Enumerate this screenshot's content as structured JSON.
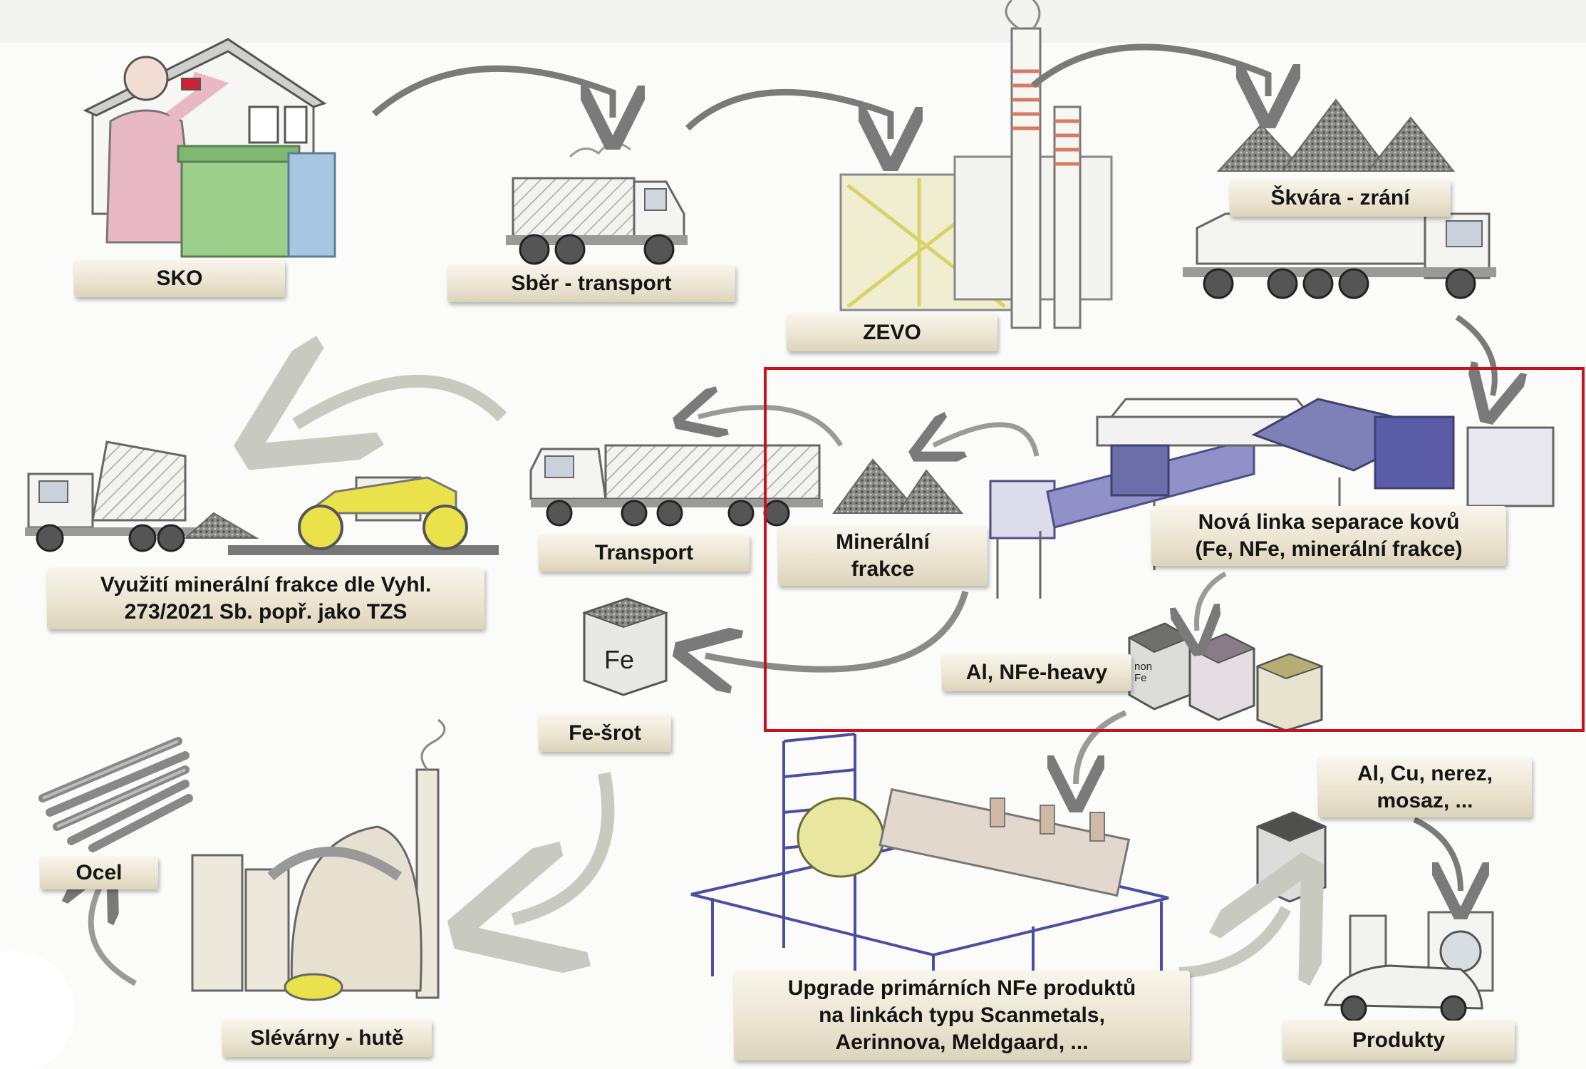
{
  "labels": {
    "sko": "SKO",
    "sber_transport": "Sběr - transport",
    "zevo": "ZEVO",
    "skvara_zrani": "Škvára - zrání",
    "nova_linka_line1": "Nová linka separace kovů",
    "nova_linka_line2": "(Fe, NFe, minerální frakce)",
    "mineralni_line1": "Minerální",
    "mineralni_line2": "frakce",
    "transport": "Transport",
    "vyuziti_line1": "Využití minerální frakce dle Vyhl.",
    "vyuziti_line2": "273/2021 Sb. popř. jako TZS",
    "fe_srot": "Fe-šrot",
    "al_nfe_heavy": "Al, NFe-heavy",
    "al_cu_line1": "Al, Cu, nerez,",
    "al_cu_line2": "mosaz, ...",
    "ocel": "Ocel",
    "slevarny_hute": "Slévárny - hutě",
    "upgrade_line1": "Upgrade primárních NFe produktů",
    "upgrade_line2": "na linkách typu Scanmetals,",
    "upgrade_line3": "Aerinnova, Meldgaard, ...",
    "produkty": "Produkty"
  },
  "box_marks": {
    "fe": "Fe",
    "non_fe_line1": "non",
    "non_fe_line2": "Fe"
  },
  "colors": {
    "highlight_border": "#c8101e",
    "arrow_dark": "#7a7a7a",
    "arrow_light": "#c9cabf",
    "machine_blue": "#5a5ca8",
    "house_pink": "#e8b8c4",
    "bin_green": "#9ccf8c",
    "roller_yellow": "#e9e24a"
  }
}
